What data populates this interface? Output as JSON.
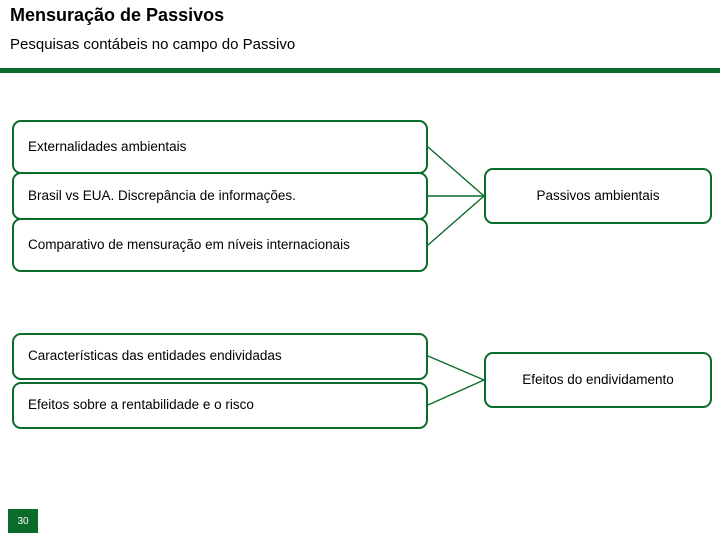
{
  "header": {
    "title": "Mensuração de Passivos",
    "subtitle": "Pesquisas contábeis no campo do Passivo"
  },
  "colors": {
    "accent_green": "#0b6b2b",
    "box_border": "#0b6b2b",
    "box_fill": "#ffffff",
    "text": "#000000"
  },
  "diagram": {
    "left_boxes": [
      {
        "id": "externalidades",
        "label": "Externalidades ambientais"
      },
      {
        "id": "brasil-eua",
        "label": "Brasil vs EUA. Discrepância de informações."
      },
      {
        "id": "comparativo",
        "label": "Comparativo de mensuração em níveis internacionais"
      },
      {
        "id": "caracteristicas",
        "label": "Características das entidades endividadas"
      },
      {
        "id": "efeitos-rentabilidade",
        "label": "Efeitos sobre a rentabilidade e o risco"
      }
    ],
    "right_boxes": [
      {
        "id": "passivos-ambientais",
        "label": "Passivos ambientais"
      },
      {
        "id": "efeitos-endividamento",
        "label": "Efeitos do endividamento"
      }
    ]
  },
  "footer": {
    "page_number": "30"
  }
}
